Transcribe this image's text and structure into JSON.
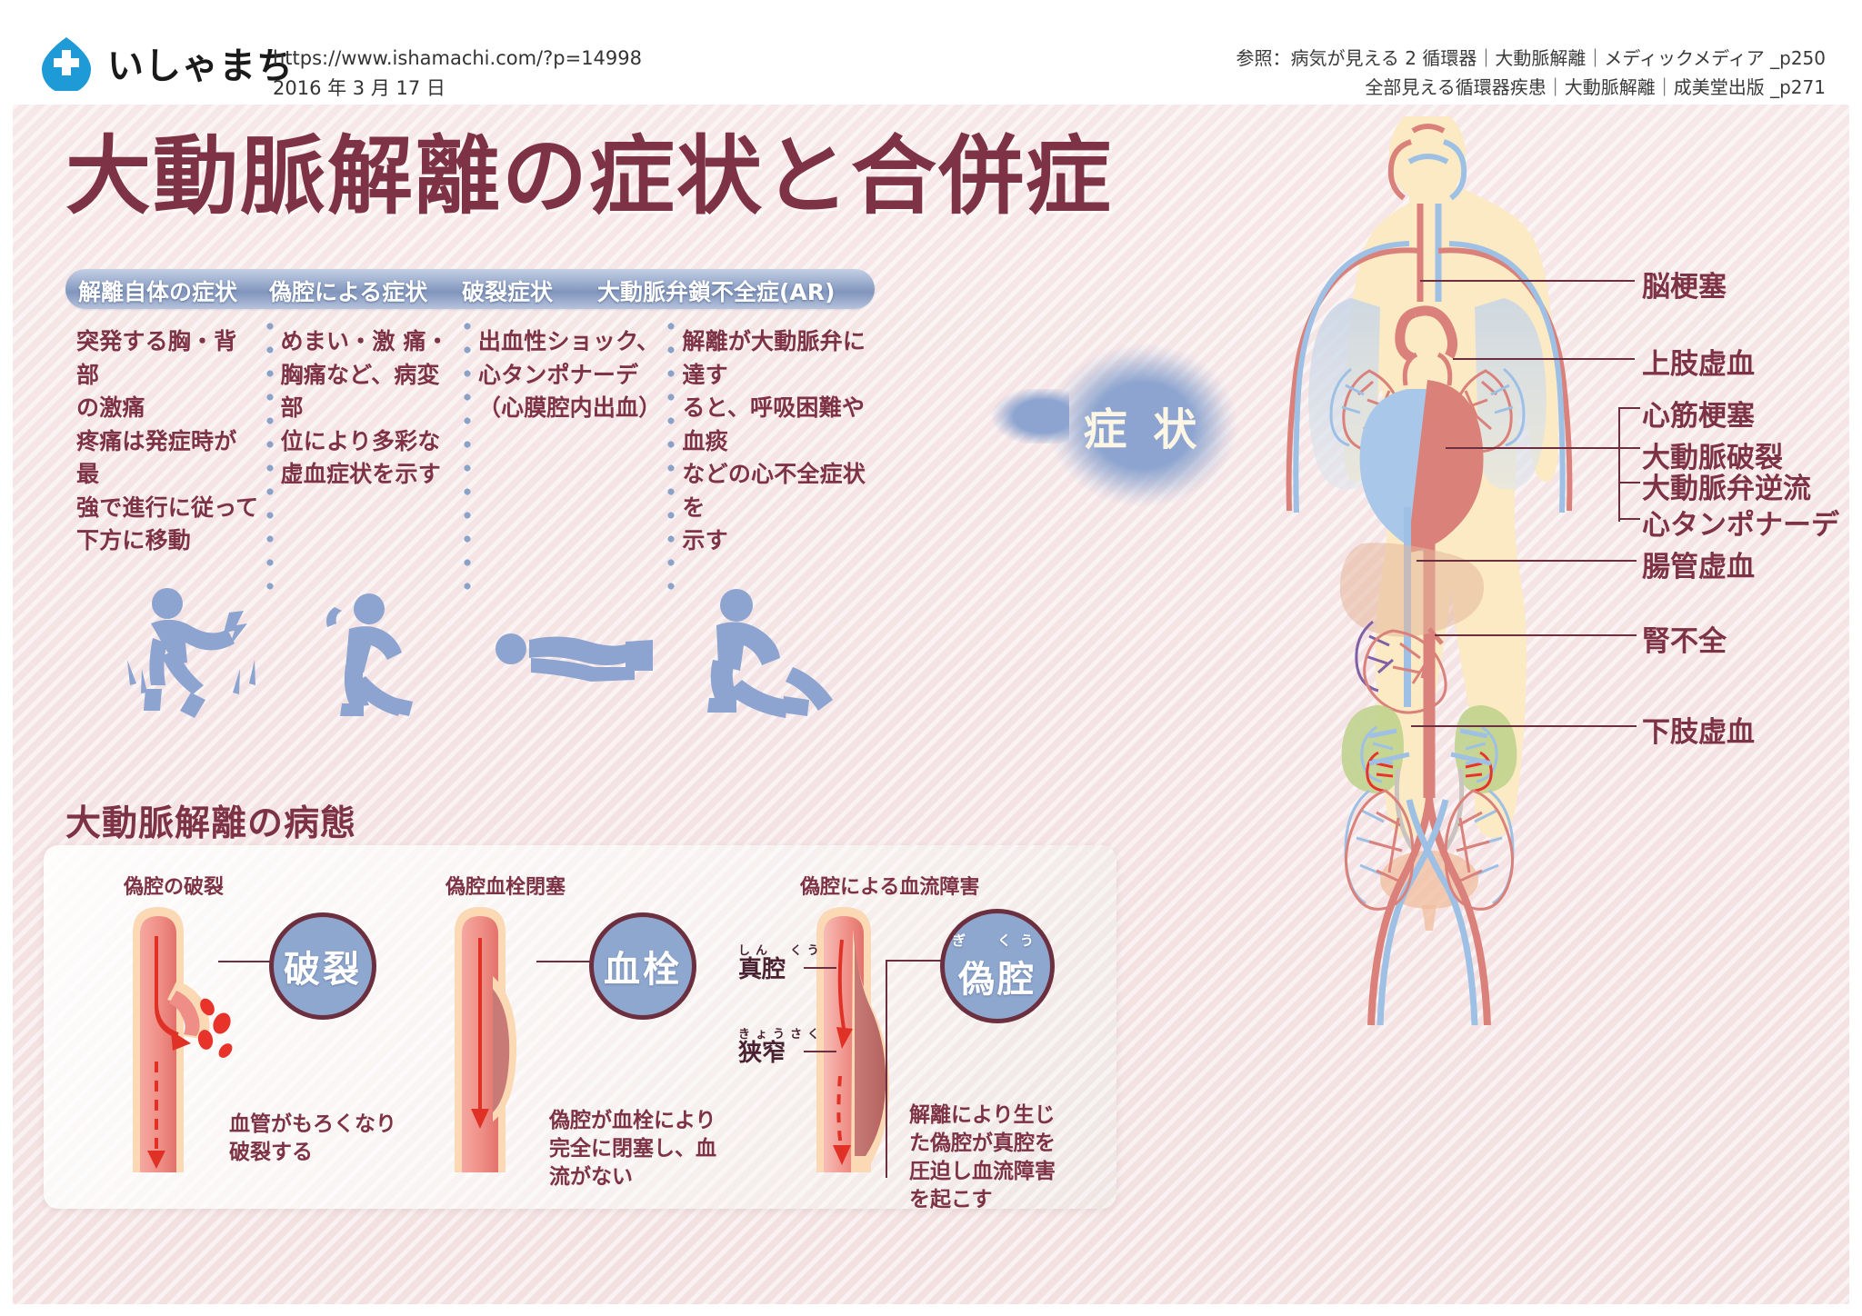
{
  "header": {
    "logo_text": "いしゃまち",
    "logo_icon": "medical-cross-drop-icon",
    "url": "https://www.ishamachi.com/?p=14998",
    "date": "2016 年 3 月 17 日",
    "reference_line1": "参照：病気が見える 2 循環器｜大動脈解離｜メディックメディア _p250",
    "reference_line2": "全部見える循環器疾患｜大動脈解離｜成美堂出版 _p271"
  },
  "title": "大動脈解離の症状と合併症",
  "symptom_badge": "症 状",
  "symptoms": {
    "headers": [
      "解離自体の症状",
      "偽腔による症状",
      "破裂症状",
      "大動脈弁鎖不全症(AR)"
    ],
    "bodies": [
      "突発する胸・背部\nの激痛\n疼痛は発症時が最\n強で進行に従って\n下方に移動",
      "めまい・激 痛・\n胸痛など、病変部\n位により多彩な\n虚血症状を示す",
      "出血性ショック、\n心タンポナーデ\n（心膜腔内出血）",
      "解離が大動脈弁に達す\nると、呼吸困難や血痰\nなどの心不全症状を\n示す"
    ],
    "pictograms": [
      "person-chest-pain-icon",
      "person-dizzy-crouching-icon",
      "person-lying-collapsed-icon",
      "person-kneeling-collapsed-icon"
    ]
  },
  "pathology": {
    "section_title": "大動脈解離の病態",
    "cases": [
      {
        "title": "偽腔の破裂",
        "badge": "破裂",
        "caption": "血管がもろくなり\n破裂する",
        "annotations": []
      },
      {
        "title": "偽腔血栓閉塞",
        "badge": "血栓",
        "caption": "偽腔が血栓により\n完全に閉塞し、血\n流がない",
        "annotations": []
      },
      {
        "title": "偽腔による血流障害",
        "badge": "偽腔",
        "badge_ruby": "ぎ　くう",
        "caption": "解離により生じ\nた偽腔が真腔を\n圧迫し血流障害\nを起こす",
        "annotations": [
          {
            "ruby": "しん　くう",
            "base": "真腔"
          },
          {
            "ruby": "きょうさく",
            "base": "狭窄"
          }
        ]
      }
    ]
  },
  "body_labels": [
    {
      "text": "脳梗塞"
    },
    {
      "text": "上肢虚血"
    },
    {
      "text": "心筋梗塞"
    },
    {
      "text": "大動脈破裂"
    },
    {
      "text": "大動脈弁逆流"
    },
    {
      "text": "心タンポナーデ"
    },
    {
      "text": "腸管虚血"
    },
    {
      "text": "腎不全"
    },
    {
      "text": "下肢虚血"
    }
  ],
  "colors": {
    "accent_maroon": "#7d3245",
    "badge_blue": "#8ea7ce",
    "panel_pink": "#f4e3e4",
    "artery_red": "#d9817a",
    "vein_blue": "#9dc0e4",
    "skin_cream": "#fbeac3",
    "logo_blue": "#1e9ad6"
  }
}
